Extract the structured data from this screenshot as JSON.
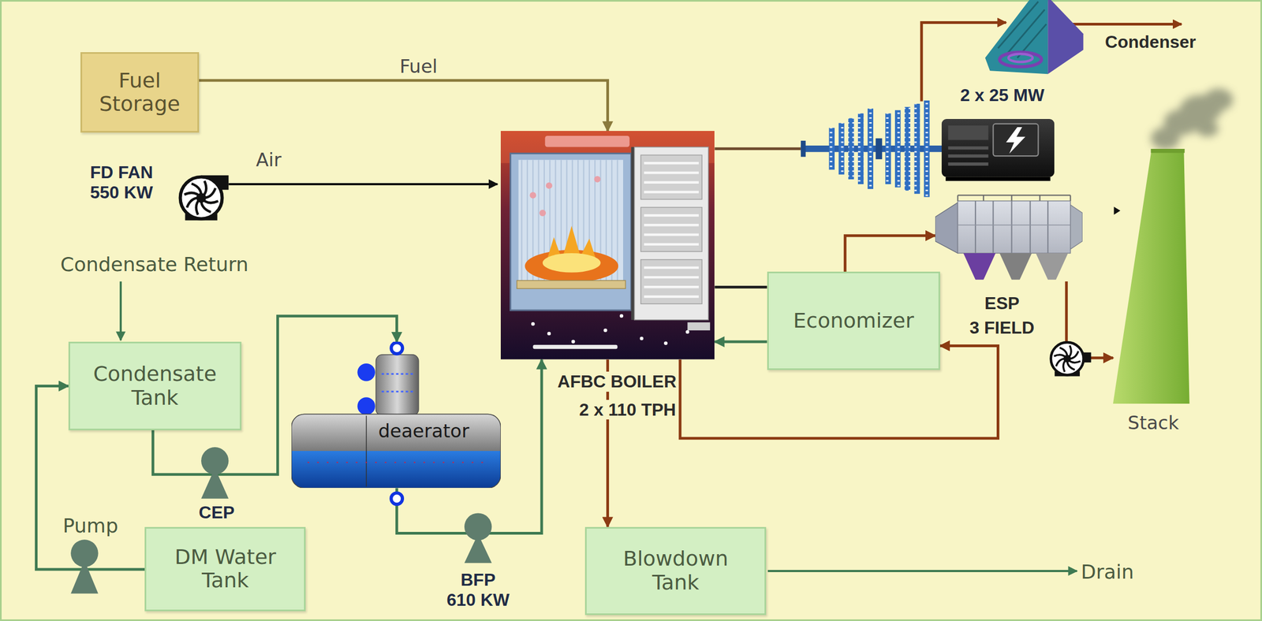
{
  "diagram": {
    "nodes": [
      {
        "text": [
          "Fuel Storage"
        ]
      },
      {
        "text": [
          "AFBC BOILER",
          "2 x 110 TPH"
        ]
      },
      {
        "text": [
          "ESP",
          "3 FIELD"
        ]
      },
      {
        "text": [
          "Stack"
        ]
      },
      {
        "text": [
          "Condensate Tank"
        ]
      },
      {
        "text": [
          "Economizer"
        ]
      },
      {
        "text": [
          "deaerator"
        ]
      },
      {
        "text": [
          "DM Water Tank"
        ]
      },
      {
        "text": [
          "Blowdown Tank"
        ]
      }
    ],
    "edges": [
      {
        "from": 0,
        "to": 1,
        "label": "Fuel",
        "arrow": "to"
      },
      {
        "from": 7,
        "to": 4,
        "arrow": "to"
      },
      {
        "from": 4,
        "to": 6,
        "arrow": "to"
      },
      {
        "from": 6,
        "to": 1,
        "arrow": "to"
      },
      {
        "from": 1,
        "to": 5,
        "arrow": "none"
      },
      {
        "from": 5,
        "to": 1,
        "arrow": "to"
      },
      {
        "from": 5,
        "to": 2,
        "arrow": "to"
      },
      {
        "from": 1,
        "to": 5,
        "arrow": "to"
      },
      {
        "from": 1,
        "to": 8,
        "arrow": "to"
      },
      {
        "from": 2,
        "to": 3,
        "arrow": "to"
      }
    ],
    "labels": [
      "Condenser",
      "2 x 25 MW",
      "FD FAN 550 KW",
      "Air",
      "Condensate Return",
      "CEP",
      "Pump",
      "BFP 610 KW",
      "Drain"
    ]
  }
}
